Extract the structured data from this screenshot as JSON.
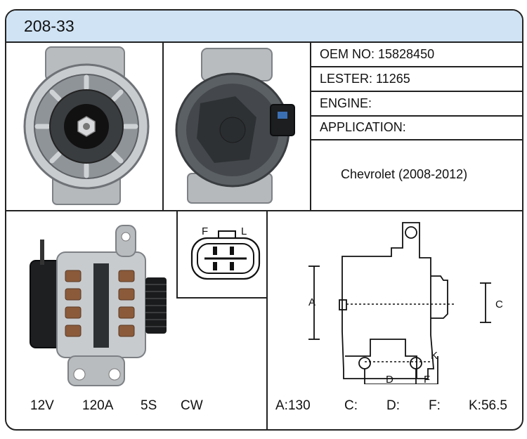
{
  "header": {
    "part_number": "208-33"
  },
  "specs": {
    "oem": "OEM NO:  15828450",
    "lester": "LESTER: 11265",
    "engine": "ENGINE:",
    "application_label": "APPLICATION:",
    "application_value": "Chevrolet (2008-2012)"
  },
  "connector": {
    "label_f": "F",
    "label_l": "L"
  },
  "electrical": {
    "voltage": "12V",
    "amperage": "120A",
    "pulley": "5S",
    "rotation": "CW"
  },
  "diagram": {
    "label_a": "A",
    "label_c": "C",
    "label_d": "D",
    "label_f": "F",
    "label_k": "K"
  },
  "dimensions": {
    "a": "A:130",
    "c": "C:",
    "d": "D:",
    "f": "F:",
    "k": "K:56.5"
  },
  "colors": {
    "header_bg": "#cfe3f4",
    "border": "#222222"
  }
}
